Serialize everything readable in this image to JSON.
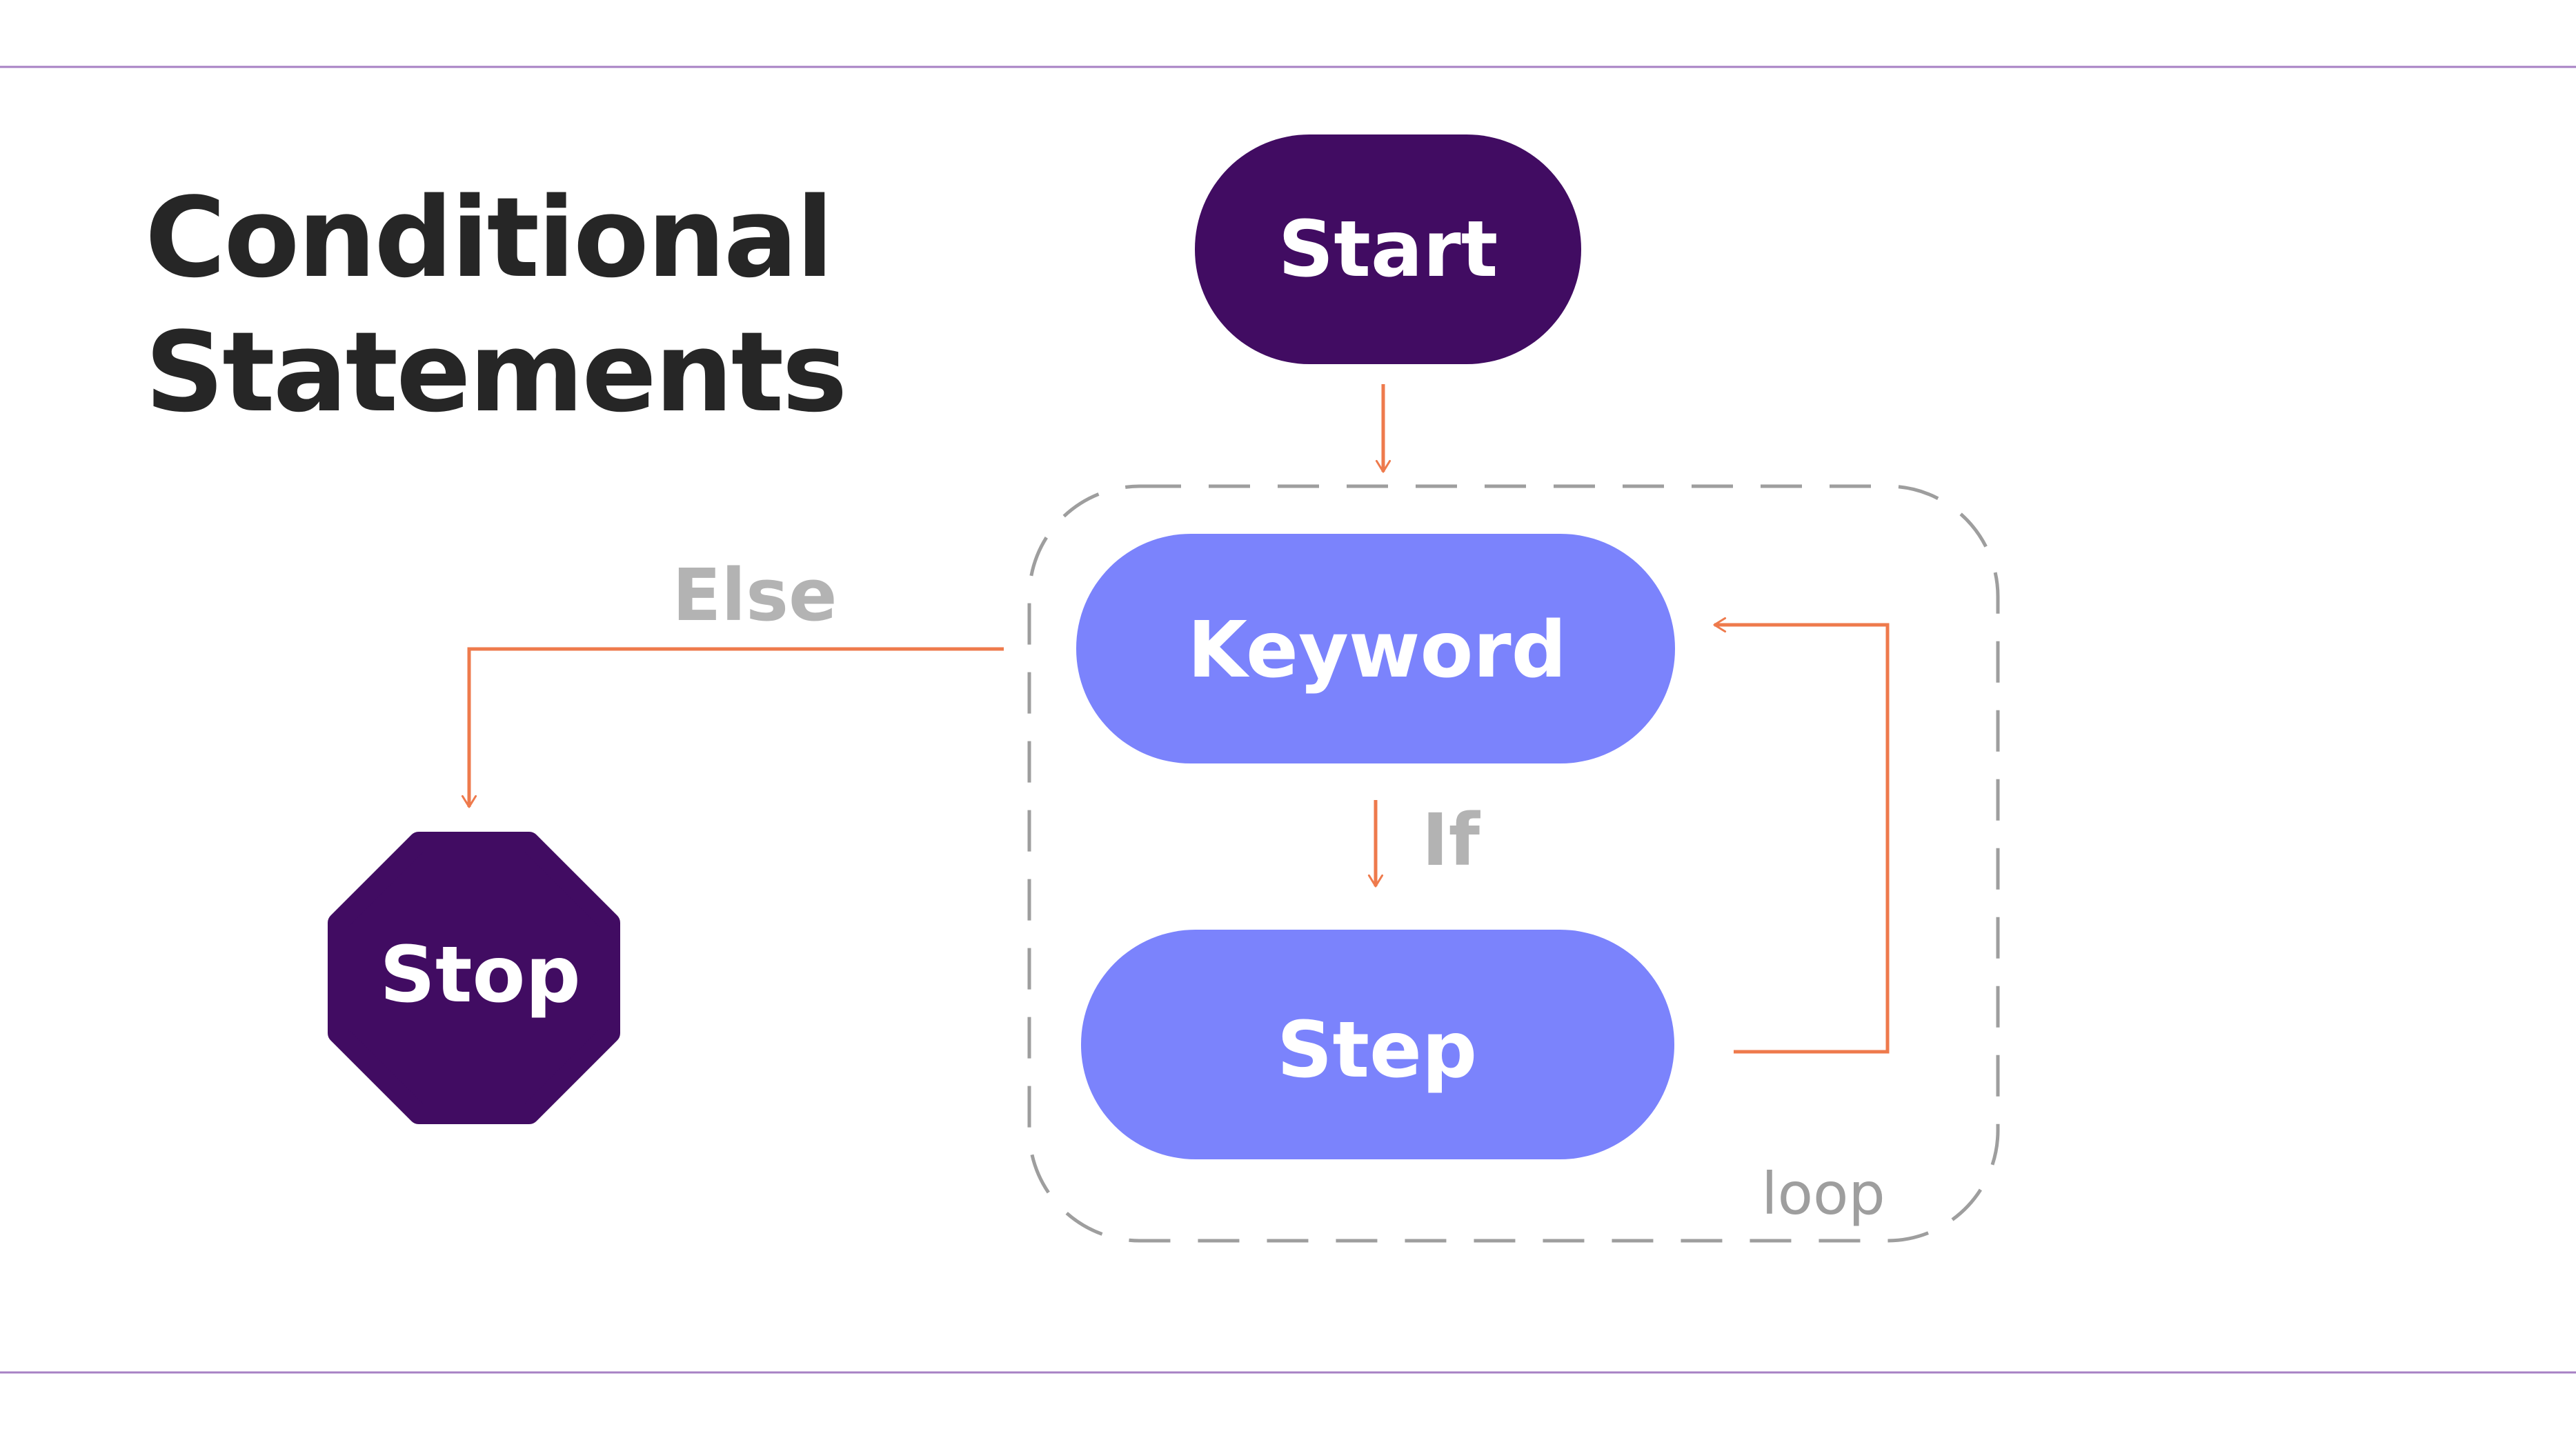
{
  "title": {
    "line1": "Conditional",
    "line2": "Statements"
  },
  "nodes": {
    "start": "Start",
    "keyword": "Keyword",
    "step": "Step",
    "stop": "Stop"
  },
  "labels": {
    "else": "Else",
    "if": "If",
    "loop": "loop"
  },
  "colors": {
    "dark_purple": "#410c62",
    "light_purple": "#7b83fc",
    "arrow": "#ee7a4c",
    "rule": "#a781c4",
    "label_gray": "#b3b3b3",
    "dash_gray": "#9e9e9e",
    "title_text": "#262626",
    "node_text": "#ffffff"
  }
}
